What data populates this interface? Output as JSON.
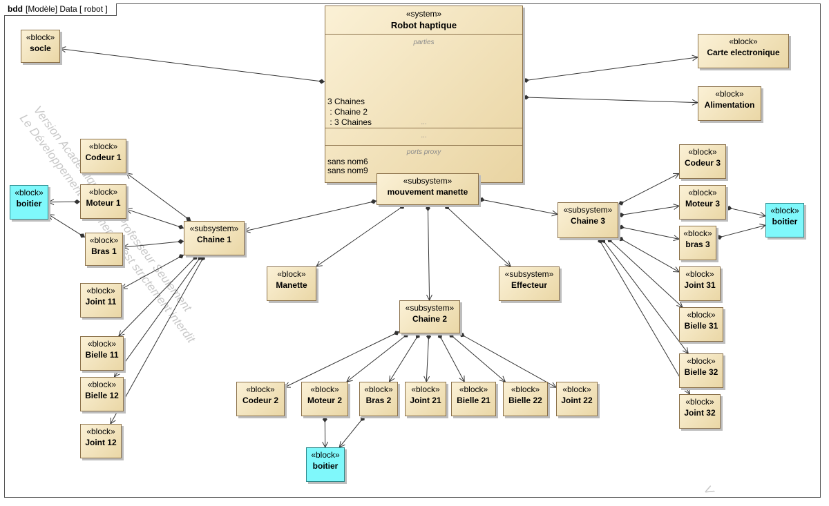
{
  "frame": {
    "kind": "bdd",
    "label": "[Modèle] Data [ robot ]"
  },
  "system": {
    "stereotype": "«system»",
    "name": "Robot  haptique",
    "parts_title": "parties",
    "parts": [
      "3 Chaines",
      " : Chaine 2",
      " : 3 Chaines"
    ],
    "parts_more": "...",
    "section_more": "...",
    "ports_title": "ports proxy",
    "ports": [
      "sans nom6",
      "sans nom9"
    ]
  },
  "blocks": {
    "socle": {
      "st": "«block»",
      "name": "socle"
    },
    "carte": {
      "st": "«block»",
      "name": "Carte electronique"
    },
    "alim": {
      "st": "«block»",
      "name": "Alimentation"
    },
    "mouvement": {
      "st": "«subsystem»",
      "name": "mouvement manette"
    },
    "chaine1": {
      "st": "«subsystem»",
      "name": "Chaine 1"
    },
    "chaine2": {
      "st": "«subsystem»",
      "name": "Chaine 2"
    },
    "chaine3": {
      "st": "«subsystem»",
      "name": "Chaine 3"
    },
    "manette": {
      "st": "«block»",
      "name": "Manette"
    },
    "effecteur": {
      "st": "«subsystem»",
      "name": "Effecteur"
    },
    "codeur1": {
      "st": "«block»",
      "name": "Codeur 1"
    },
    "moteur1": {
      "st": "«block»",
      "name": "Moteur 1"
    },
    "bras1": {
      "st": "«block»",
      "name": "Bras 1"
    },
    "joint11": {
      "st": "«block»",
      "name": "Joint 11"
    },
    "bielle11": {
      "st": "«block»",
      "name": "Bielle 11"
    },
    "bielle12": {
      "st": "«block»",
      "name": "Bielle 12"
    },
    "joint12": {
      "st": "«block»",
      "name": "Joint 12"
    },
    "boitier1": {
      "st": "«block»",
      "name": "boitier"
    },
    "codeur2": {
      "st": "«block»",
      "name": "Codeur 2"
    },
    "moteur2": {
      "st": "«block»",
      "name": "Moteur 2"
    },
    "bras2": {
      "st": "«block»",
      "name": "Bras 2"
    },
    "joint21": {
      "st": "«block»",
      "name": "Joint 21"
    },
    "bielle21": {
      "st": "«block»",
      "name": "Bielle 21"
    },
    "bielle22": {
      "st": "«block»",
      "name": "Bielle 22"
    },
    "joint22": {
      "st": "«block»",
      "name": "Joint 22"
    },
    "boitier2": {
      "st": "«block»",
      "name": "boitier"
    },
    "codeur3": {
      "st": "«block»",
      "name": "Codeur 3"
    },
    "moteur3": {
      "st": "«block»",
      "name": "Moteur 3"
    },
    "bras3": {
      "st": "«block»",
      "name": "bras 3"
    },
    "joint31": {
      "st": "«block»",
      "name": "Joint 31"
    },
    "bielle31": {
      "st": "«block»",
      "name": "Bielle 31"
    },
    "bielle32": {
      "st": "«block»",
      "name": "Bielle 32"
    },
    "joint32": {
      "st": "«block»",
      "name": "Joint 32"
    },
    "boitier3": {
      "st": "«block»",
      "name": "boitier"
    }
  },
  "edges": [
    [
      "robot",
      "socle"
    ],
    [
      "robot",
      "carte"
    ],
    [
      "robot",
      "alim"
    ],
    [
      "robot",
      "mouvement"
    ],
    [
      "mouvement",
      "chaine1"
    ],
    [
      "mouvement",
      "chaine2"
    ],
    [
      "mouvement",
      "chaine3"
    ],
    [
      "mouvement",
      "manette"
    ],
    [
      "mouvement",
      "effecteur"
    ],
    [
      "chaine1",
      "codeur1"
    ],
    [
      "chaine1",
      "moteur1"
    ],
    [
      "chaine1",
      "bras1"
    ],
    [
      "chaine1",
      "joint11"
    ],
    [
      "chaine1",
      "bielle11"
    ],
    [
      "chaine1",
      "bielle12"
    ],
    [
      "chaine1",
      "joint12"
    ],
    [
      "moteur1",
      "boitier1"
    ],
    [
      "bras1",
      "boitier1"
    ],
    [
      "chaine2",
      "codeur2"
    ],
    [
      "chaine2",
      "moteur2"
    ],
    [
      "chaine2",
      "bras2"
    ],
    [
      "chaine2",
      "joint21"
    ],
    [
      "chaine2",
      "bielle21"
    ],
    [
      "chaine2",
      "bielle22"
    ],
    [
      "chaine2",
      "joint22"
    ],
    [
      "moteur2",
      "boitier2"
    ],
    [
      "bras2",
      "boitier2"
    ],
    [
      "chaine3",
      "codeur3"
    ],
    [
      "chaine3",
      "moteur3"
    ],
    [
      "chaine3",
      "bras3"
    ],
    [
      "chaine3",
      "joint31"
    ],
    [
      "chaine3",
      "bielle31"
    ],
    [
      "chaine3",
      "bielle32"
    ],
    [
      "chaine3",
      "joint32"
    ],
    [
      "moteur3",
      "boitier3"
    ],
    [
      "bras3",
      "boitier3"
    ]
  ],
  "watermark": {
    "line1": "Version Académique pour Professeur Seulement",
    "line2": "Le Développement Commercial est strictement interdit",
    "corner": "V"
  }
}
